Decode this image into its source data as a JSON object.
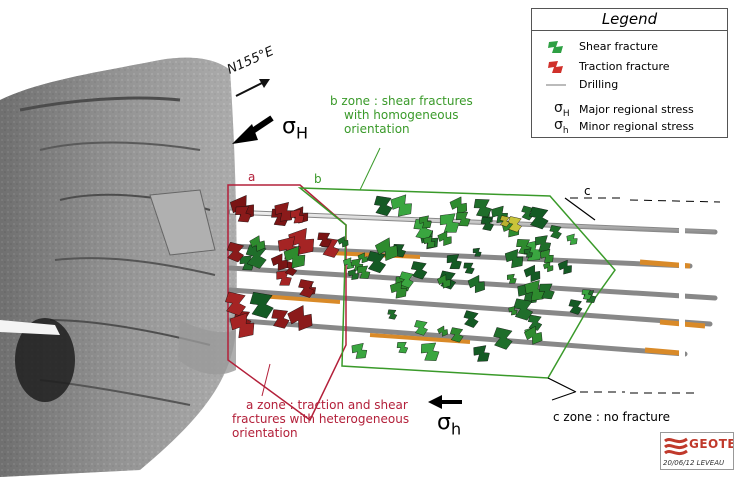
{
  "legend": {
    "title": "Legend",
    "items": [
      {
        "label": "Shear fracture",
        "icon": "green-fracture-icon",
        "color": "#2ea043"
      },
      {
        "label": "Traction fracture",
        "icon": "red-fracture-icon",
        "color": "#d0302a"
      },
      {
        "label": "Drilling",
        "icon": "drilling-line-icon",
        "color": "#bbbbbb"
      },
      {
        "symbol": "σ",
        "sub": "H",
        "label": "Major regional stress"
      },
      {
        "symbol": "σ",
        "sub": "h",
        "label": "Minor regional stress"
      }
    ]
  },
  "orientation": {
    "label": "N155°E"
  },
  "stress_major": {
    "symbol": "σ",
    "sub": "H"
  },
  "stress_minor": {
    "symbol": "σ",
    "sub": "h"
  },
  "zones": {
    "a": {
      "letter": "a",
      "line1": "a zone : traction and shear",
      "line2": "fractures with heterogeneous",
      "line3": "orientation",
      "color": "#b3203a"
    },
    "b": {
      "letter": "b",
      "line1": "b zone : shear fractures",
      "line2": "with homogeneous",
      "line3": "orientation",
      "color": "#3a9a2a"
    },
    "c": {
      "letter": "c",
      "line1": "c zone : no fracture",
      "color": "#000000"
    }
  },
  "logo": {
    "name": "GEOTE",
    "date": "20/06/12 LEVEAU"
  }
}
